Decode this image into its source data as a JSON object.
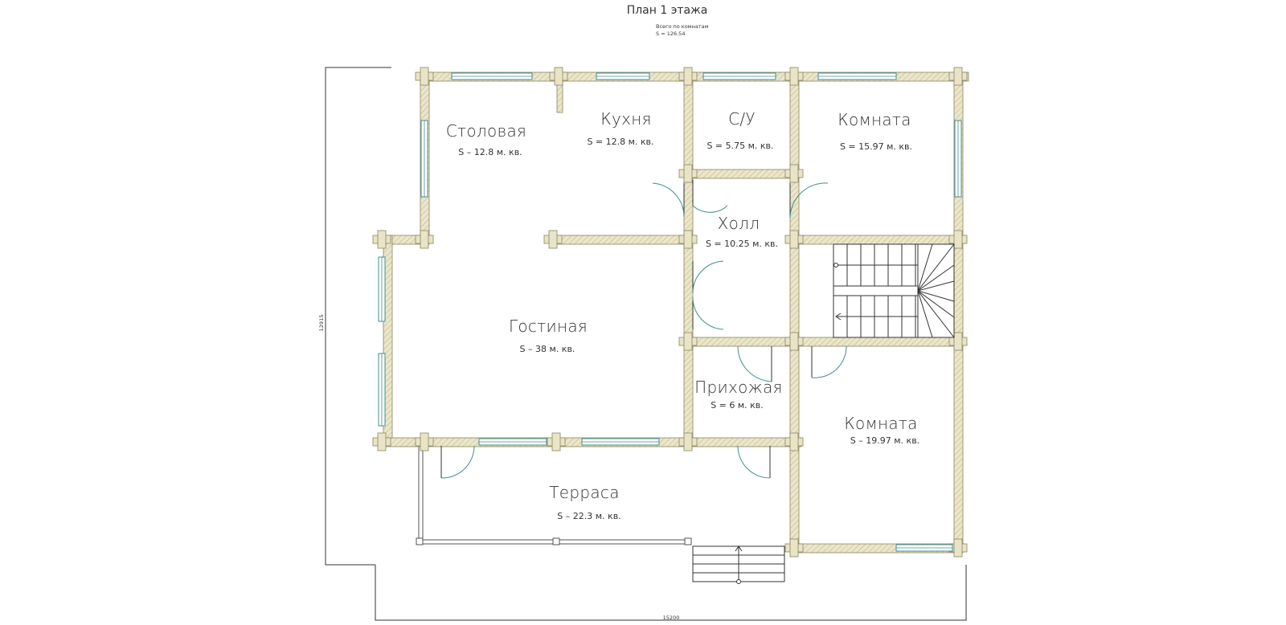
{
  "title": "План 1 этажа",
  "summary": {
    "line1": "Всего по комнатам",
    "line2": "S  =  126.54"
  },
  "dimensions": {
    "width": "15200",
    "height": "12915"
  },
  "rooms": {
    "dining": {
      "name": "Столовая",
      "area": "S   –   12.8 м. кв."
    },
    "kitchen": {
      "name": "Кухня",
      "area": "S   =   12.8 м. кв."
    },
    "bathroom": {
      "name": "С/У",
      "area": "S   =   5.75 м. кв."
    },
    "room1": {
      "name": "Комната",
      "area": "S   =   15.97 м. кв."
    },
    "hall": {
      "name": "Холл",
      "area": "S   =   10.25 м. кв."
    },
    "living": {
      "name": "Гостиная",
      "area": "S   –   38 м. кв."
    },
    "entry": {
      "name": "Прихожая",
      "area": "S   =   6 м. кв."
    },
    "room2": {
      "name": "Комната",
      "area": "S   –   19.97 м. кв."
    },
    "terrace": {
      "name": "Терраса",
      "area": "S   –   22.3 м. кв."
    }
  },
  "colors": {
    "wall_fill": "#e9e4c6",
    "wall_stroke": "#8a8562",
    "window": "#3f8f8f",
    "door_arc": "#3f8f8f",
    "line": "#333333",
    "background": "#ffffff"
  }
}
